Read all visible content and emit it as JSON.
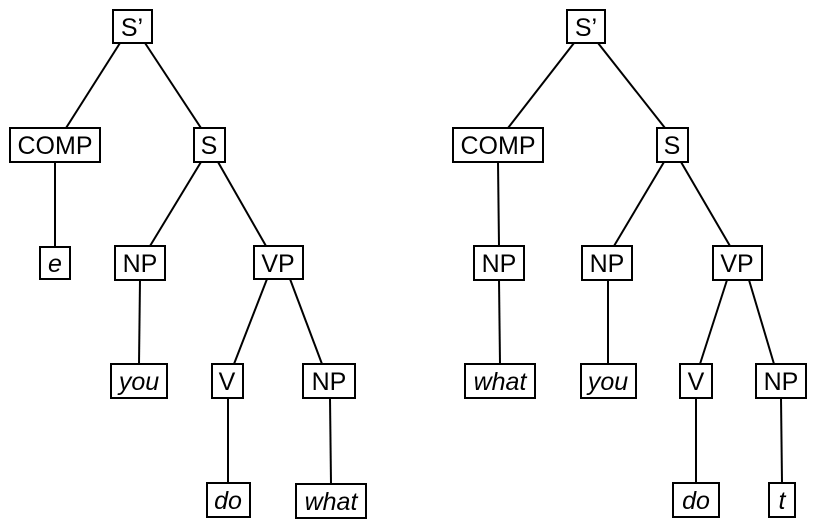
{
  "figure": {
    "type": "syntax-trees",
    "background_color": "#ffffff",
    "line_color": "#000000",
    "text_color": "#000000"
  },
  "trees": [
    {
      "id": "left",
      "nodes": {
        "sbar": {
          "label": "S’",
          "italic": false
        },
        "comp": {
          "label": "COMP",
          "italic": false
        },
        "s": {
          "label": "S",
          "italic": false
        },
        "e": {
          "label": "e",
          "italic": true
        },
        "np_subj": {
          "label": "NP",
          "italic": false
        },
        "vp": {
          "label": "VP",
          "italic": false
        },
        "you": {
          "label": "you",
          "italic": true
        },
        "v": {
          "label": "V",
          "italic": false
        },
        "np_obj": {
          "label": "NP",
          "italic": false
        },
        "do": {
          "label": "do",
          "italic": true
        },
        "what": {
          "label": "what",
          "italic": true
        }
      },
      "edges": [
        [
          "sbar",
          "comp"
        ],
        [
          "sbar",
          "s"
        ],
        [
          "comp",
          "e"
        ],
        [
          "s",
          "np_subj"
        ],
        [
          "s",
          "vp"
        ],
        [
          "np_subj",
          "you"
        ],
        [
          "vp",
          "v"
        ],
        [
          "vp",
          "np_obj"
        ],
        [
          "v",
          "do"
        ],
        [
          "np_obj",
          "what"
        ]
      ]
    },
    {
      "id": "right",
      "nodes": {
        "sbar": {
          "label": "S’",
          "italic": false
        },
        "comp": {
          "label": "COMP",
          "italic": false
        },
        "s": {
          "label": "S",
          "italic": false
        },
        "np_comp": {
          "label": "NP",
          "italic": false
        },
        "np_subj": {
          "label": "NP",
          "italic": false
        },
        "vp": {
          "label": "VP",
          "italic": false
        },
        "what": {
          "label": "what",
          "italic": true
        },
        "you": {
          "label": "you",
          "italic": true
        },
        "v": {
          "label": "V",
          "italic": false
        },
        "np_obj": {
          "label": "NP",
          "italic": false
        },
        "do": {
          "label": "do",
          "italic": true
        },
        "t": {
          "label": "t",
          "italic": true
        }
      },
      "edges": [
        [
          "sbar",
          "comp"
        ],
        [
          "sbar",
          "s"
        ],
        [
          "comp",
          "np_comp"
        ],
        [
          "np_comp",
          "what"
        ],
        [
          "s",
          "np_subj"
        ],
        [
          "s",
          "vp"
        ],
        [
          "np_subj",
          "you"
        ],
        [
          "vp",
          "v"
        ],
        [
          "vp",
          "np_obj"
        ],
        [
          "v",
          "do"
        ],
        [
          "np_obj",
          "t"
        ]
      ]
    }
  ]
}
